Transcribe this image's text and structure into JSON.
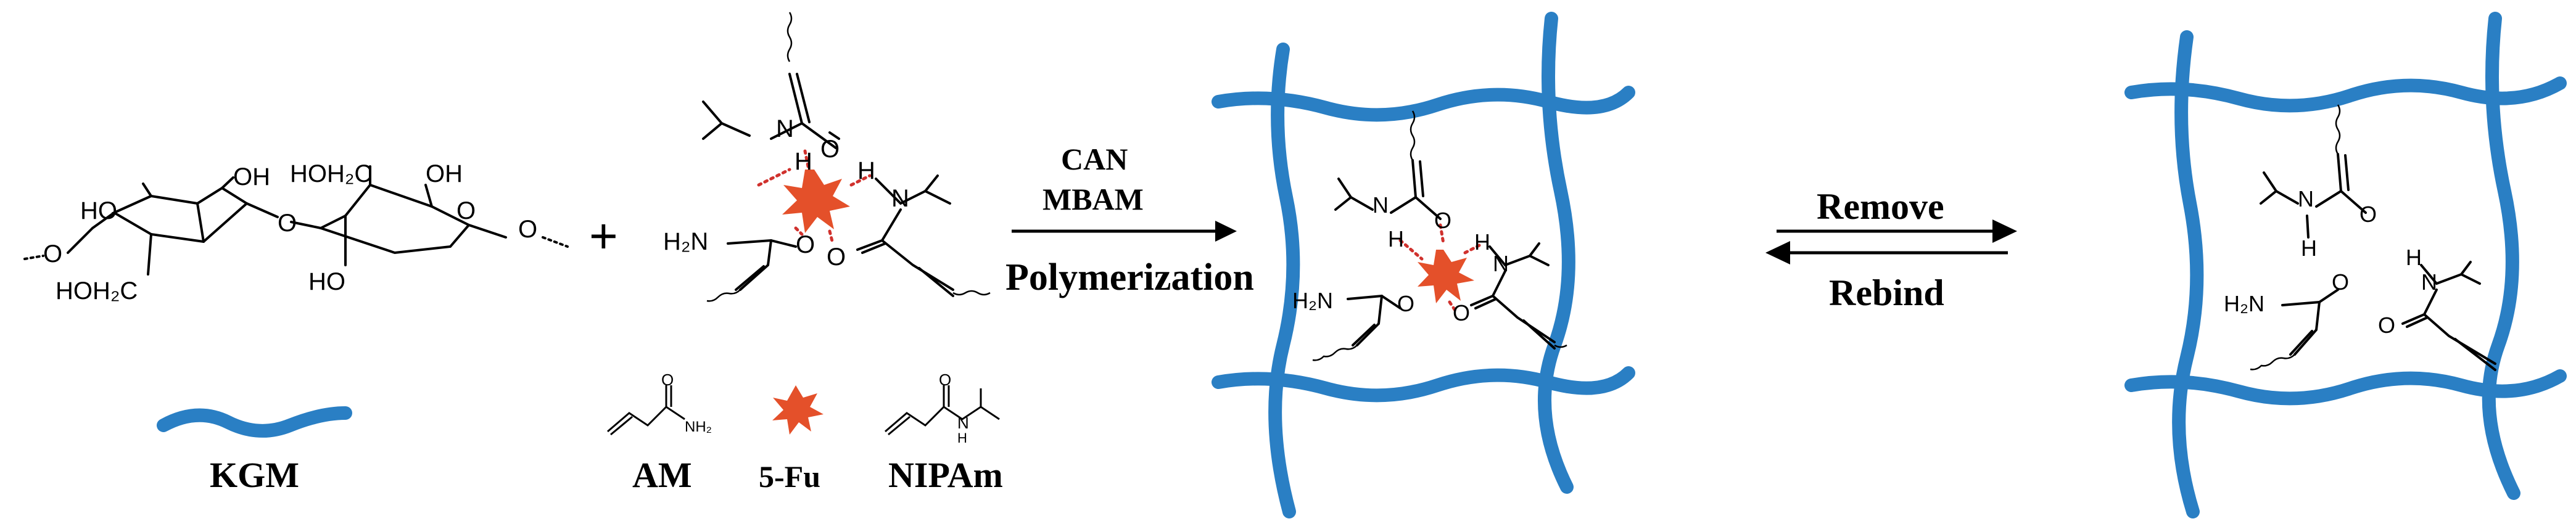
{
  "colors": {
    "polymer_fiber": "#2a7fc4",
    "drug_star": "#e4502a",
    "hydrogen_bond": "#d0312d",
    "ink": "#000000"
  },
  "kgm": {
    "atoms": [
      "OH",
      "HO",
      "HOH₂C",
      "OH",
      "O",
      "O",
      "HOH₂C",
      "HO",
      "O",
      "O"
    ],
    "plus": "+",
    "label": "KGM"
  },
  "complex": {
    "atoms": [
      "N",
      "H",
      "O",
      "H",
      "N",
      "H₂N",
      "O",
      "O"
    ]
  },
  "monomers": {
    "am_nh2": "NH₂",
    "am_o": "O",
    "am_label": "AM",
    "fu_label": "5-Fu",
    "nipam_o": "O",
    "nipam_n": "N",
    "nipam_h": "H",
    "nipam_label": "NIPAm"
  },
  "reaction_arrow": {
    "lines": [
      "CAN",
      "MBAM",
      "Polymerization"
    ]
  },
  "network1": {
    "atoms": [
      "N",
      "H",
      "O",
      "H",
      "N",
      "H₂N",
      "O",
      "O"
    ]
  },
  "equilibrium": {
    "top_label": "Remove",
    "bottom_label": "Rebind"
  },
  "network2": {
    "atoms": [
      "N",
      "H",
      "O",
      "H",
      "N",
      "H₂N",
      "O",
      "O"
    ]
  }
}
